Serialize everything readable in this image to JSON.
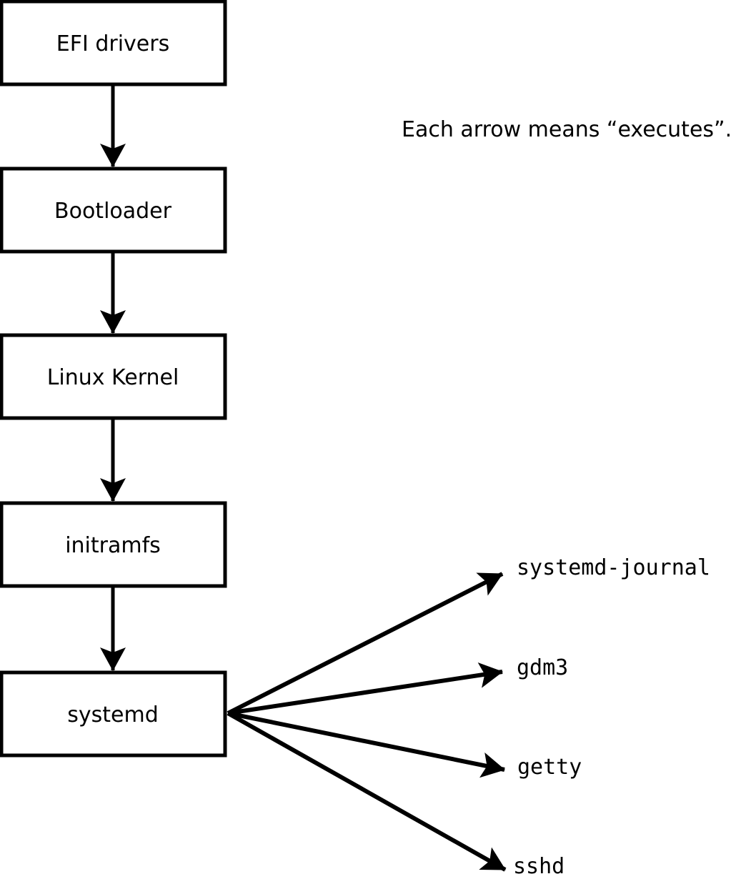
{
  "diagram": {
    "annotation": "Each arrow means “executes”.",
    "chain": [
      {
        "label": "EFI drivers"
      },
      {
        "label": "Bootloader"
      },
      {
        "label": "Linux Kernel"
      },
      {
        "label": "initramfs"
      },
      {
        "label": "systemd"
      }
    ],
    "spawned": [
      {
        "label": "systemd-journal"
      },
      {
        "label": "gdm3"
      },
      {
        "label": "getty"
      },
      {
        "label": "sshd"
      }
    ],
    "colors": {
      "stroke": "#000000",
      "background": "#ffffff",
      "box_fill": "#ffffff"
    }
  }
}
